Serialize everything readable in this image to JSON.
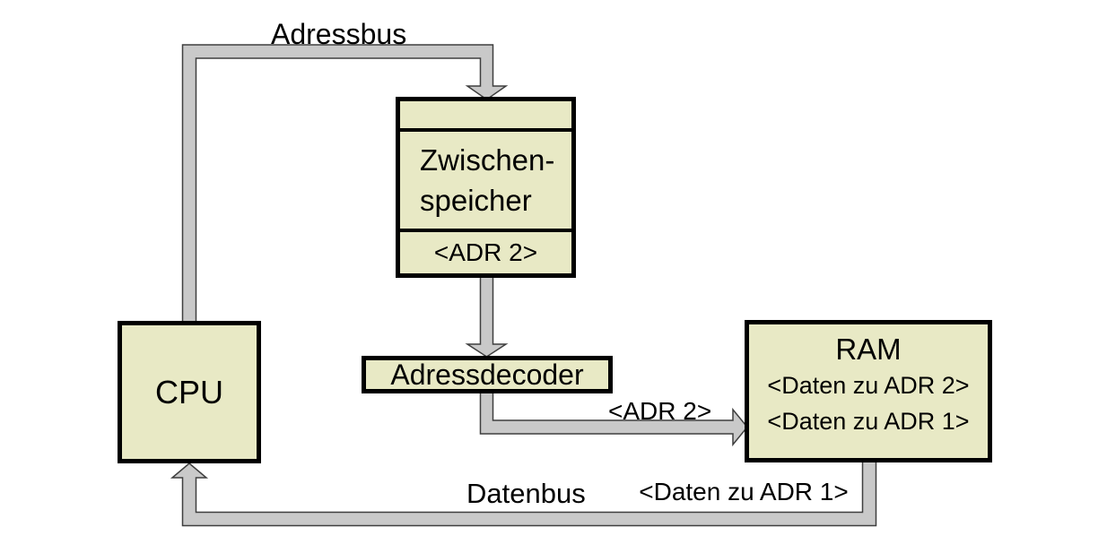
{
  "colors": {
    "box_fill": "#e8e9c5",
    "box_border": "#000000",
    "bus_fill": "#c9c9c9",
    "bus_outline": "#3f3f3f",
    "text": "#000000",
    "canvas": "#ffffff"
  },
  "diagram": {
    "cpu": {
      "label": "CPU"
    },
    "buffer": {
      "title_line1": "Zwischen-",
      "title_line2": "speicher",
      "address": "<ADR 2>"
    },
    "decoder": {
      "label": "Adressdecoder"
    },
    "ram": {
      "title": "RAM",
      "rows": [
        "<Daten zu ADR 2>",
        "<Daten zu ADR 1>"
      ]
    },
    "bus_labels": {
      "address_bus": "Adressbus",
      "data_bus": "Datenbus",
      "adr2_on_wire": "<ADR 2>",
      "daten_adr1_on_wire": "<Daten zu ADR 1>"
    }
  }
}
